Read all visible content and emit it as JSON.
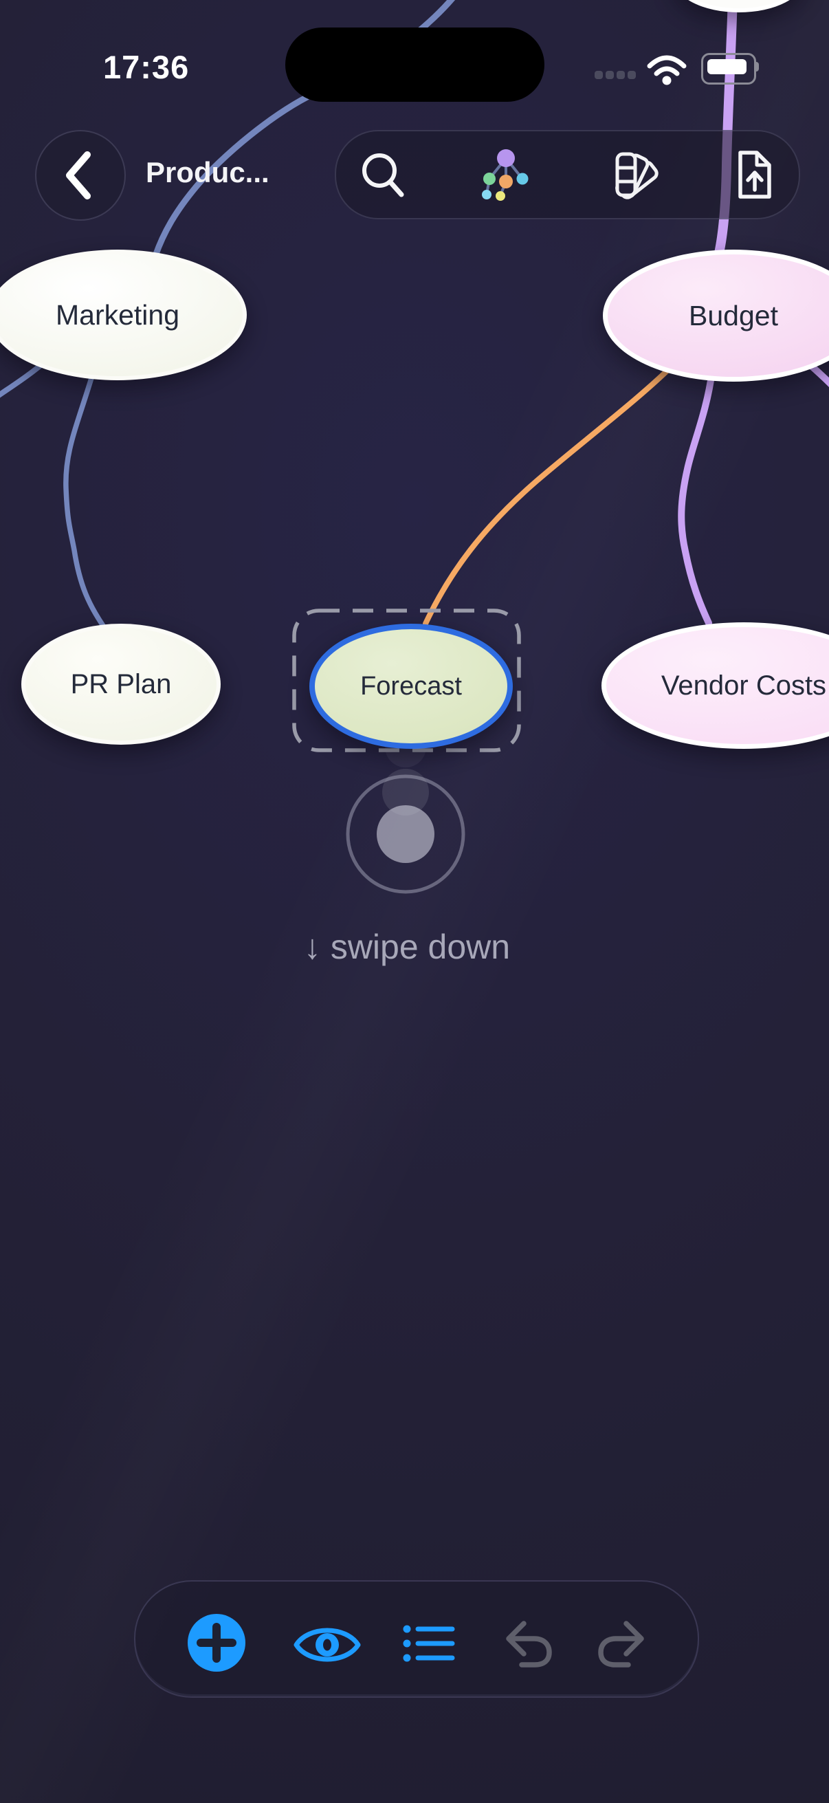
{
  "status_bar": {
    "time": "17:36",
    "icons": [
      "cellular-dots",
      "wifi",
      "battery-full"
    ]
  },
  "nav": {
    "title": "Produc...",
    "back_icon": "chevron-left",
    "action_icons": [
      "search",
      "node-style",
      "color-swatches",
      "export-document"
    ]
  },
  "canvas": {
    "nodes": [
      {
        "label": "Marketing",
        "fill": "#f2f4e8",
        "border": "#fbfbf7",
        "selected": false
      },
      {
        "label": "Budget",
        "fill": "#f5d3f0",
        "border": "#ffffff",
        "selected": false
      },
      {
        "label": "PR Plan",
        "fill": "#f1f3e6",
        "border": "#fbfbf7",
        "selected": false
      },
      {
        "label": "Forecast",
        "fill": "#d9e4bd",
        "border": "#2e6ce0",
        "selected": true
      },
      {
        "label": "Vendor Costs",
        "fill": "#f9dcf5",
        "border": "#ffffff",
        "selected": false
      }
    ],
    "edge_colors": {
      "blue": "#7486bd",
      "purple": "#c9a2f3",
      "orange": "#f6a963"
    },
    "selection_outline_color": "#9a9ba9",
    "gesture_hint": "↓ swipe down"
  },
  "toolbar": {
    "action_icons": [
      "add-node",
      "view-eye",
      "outline-list",
      "undo",
      "redo"
    ],
    "accent_color": "#1d9bff",
    "inactive_color": "#5f5f6b"
  }
}
